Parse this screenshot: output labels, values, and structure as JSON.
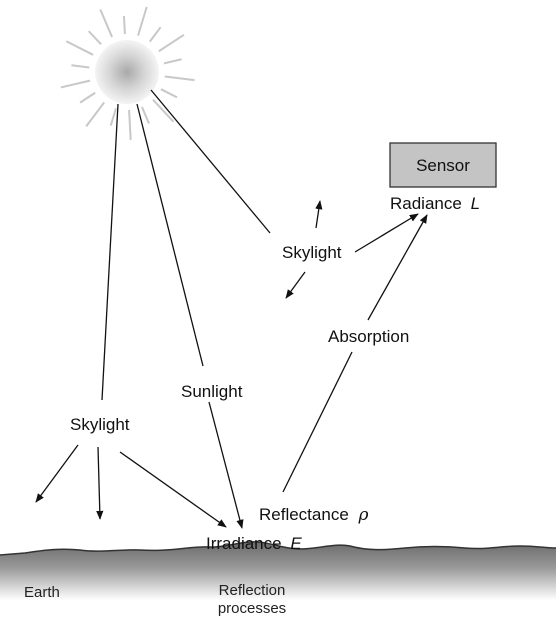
{
  "labels": {
    "sensor": "Sensor",
    "radiance": "Radiance",
    "radiance_symbol": "L",
    "skylight_top": "Skylight",
    "absorption": "Absorption",
    "sunlight": "Sunlight",
    "skylight_left": "Skylight",
    "reflectance": "Reflectance",
    "reflectance_symbol": "ρ",
    "irradiance": "Irradiance",
    "irradiance_symbol": "E",
    "earth": "Earth",
    "reflection_line1": "Reflection",
    "reflection_line2": "processes"
  },
  "colors": {
    "sensor_fill": "#c4c4c4",
    "ground_fill": "#7d7d7d",
    "sun_core": "#bdbdbd",
    "sun_rays": "#c8c8c8",
    "arrows": "#111111"
  }
}
